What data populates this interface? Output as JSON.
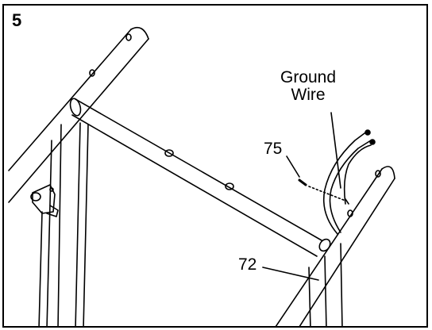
{
  "step_number": "5",
  "labels": {
    "ground_wire_line1": "Ground",
    "ground_wire_line2": "Wire",
    "part_75": "75",
    "part_72": "72"
  },
  "colors": {
    "line": "#000000",
    "background": "#ffffff"
  }
}
